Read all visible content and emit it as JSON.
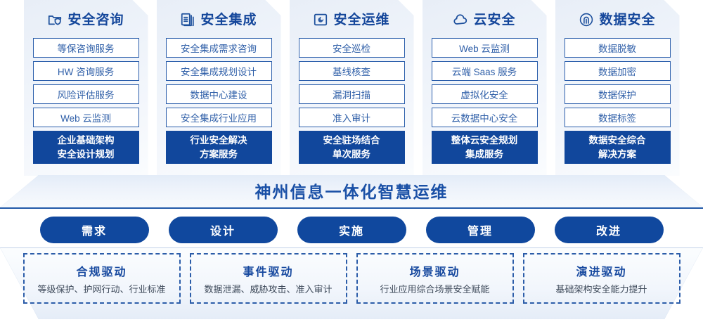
{
  "pillars": [
    {
      "icon": "folder-shield-icon",
      "title": "安全咨询",
      "services": [
        "等保咨询服务",
        "HW 咨询服务",
        "风险评估服务",
        "Web 云监测"
      ],
      "summary": "企业基础架构\n安全设计规划"
    },
    {
      "icon": "documents-stack-icon",
      "title": "安全集成",
      "services": [
        "安全集成需求咨询",
        "安全集成规划设计",
        "数据中心建设",
        "安全集成行业应用"
      ],
      "summary": "行业安全解决\n方案服务"
    },
    {
      "icon": "monitor-chart-icon",
      "title": "安全运维",
      "services": [
        "安全巡检",
        "基线核查",
        "漏洞扫描",
        "准入审计"
      ],
      "summary": "安全驻场结合\n单次服务"
    },
    {
      "icon": "cloud-icon",
      "title": "云安全",
      "services": [
        "Web 云监测",
        "云端 Saas 服务",
        "虚拟化安全",
        "云数据中心安全"
      ],
      "summary": "整体云安全规划\n集成服务"
    },
    {
      "icon": "fingerprint-icon",
      "title": "数据安全",
      "services": [
        "数据脱敏",
        "数据加密",
        "数据保护",
        "数据标签"
      ],
      "summary": "数据安全综合\n解决方案"
    }
  ],
  "banner": {
    "title": "神州信息一体化智慧运维"
  },
  "stages": [
    {
      "label": "需求"
    },
    {
      "label": "设计"
    },
    {
      "label": "实施"
    },
    {
      "label": "管理"
    },
    {
      "label": "改进"
    }
  ],
  "drivers": [
    {
      "title": "合规驱动",
      "desc": "等级保护、护网行动、行业标准"
    },
    {
      "title": "事件驱动",
      "desc": "数据泄漏、威胁攻击、准入审计"
    },
    {
      "title": "场景驱动",
      "desc": "行业应用综合场景安全赋能"
    },
    {
      "title": "演进驱动",
      "desc": "基础架构安全能力提升"
    }
  ],
  "colors": {
    "brand_blue": "#11479c",
    "title_blue": "#15479b",
    "outline_blue": "#2b5eab",
    "panel_bg": "#eef3fa"
  }
}
